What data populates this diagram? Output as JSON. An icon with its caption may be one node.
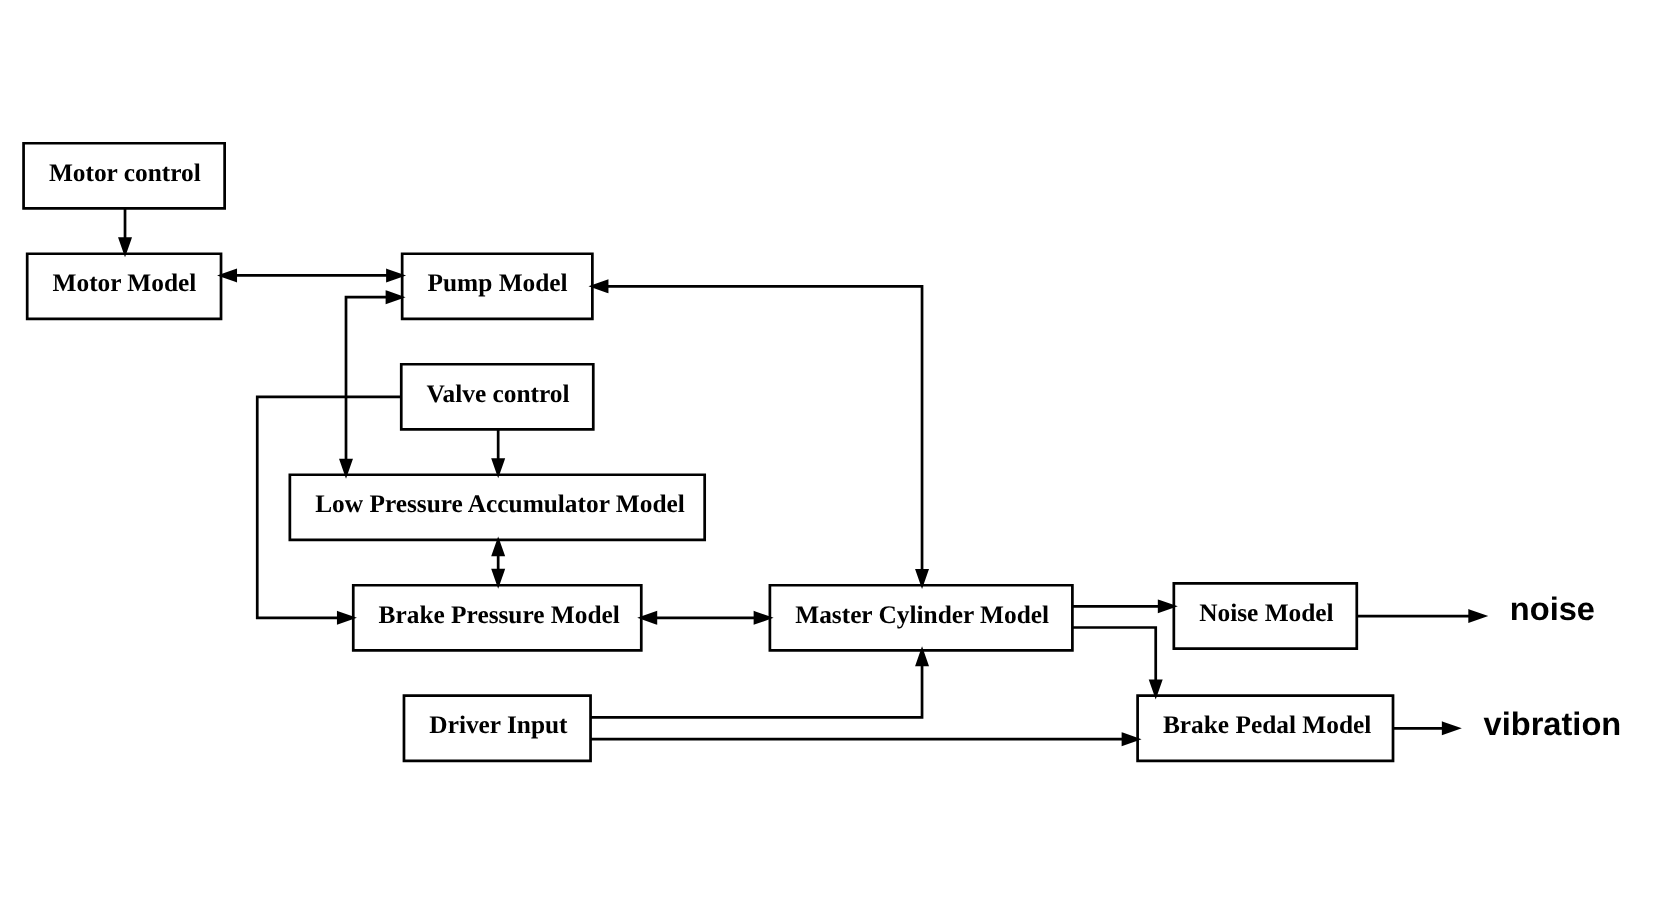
{
  "diagram": {
    "nodes": [
      {
        "text": [
          "Motor control"
        ]
      },
      {
        "text": [
          "Motor Model"
        ]
      },
      {
        "text": [
          "Pump Model"
        ]
      },
      {
        "text": [
          "Driver Input"
        ]
      },
      {
        "text": [
          "Master Cylinder Model"
        ]
      },
      {
        "text": [
          "Noise Model"
        ]
      },
      {
        "text": [
          "noise"
        ]
      },
      {
        "text": [
          "Valve control"
        ]
      },
      {
        "text": [
          "Low Pressure Accumulator Model"
        ]
      },
      {
        "text": [
          "Brake Pedal Model"
        ]
      },
      {
        "text": [
          "vibration"
        ]
      },
      {
        "text": [
          "Brake Pressure Model"
        ]
      }
    ],
    "edges": [
      {
        "from": 0,
        "to": 1,
        "arrow": "to"
      },
      {
        "from": 1,
        "to": 2,
        "arrow": "both"
      },
      {
        "from": 2,
        "to": 4,
        "arrow": "both"
      },
      {
        "from": 3,
        "to": 4,
        "arrow": "to"
      },
      {
        "from": 3,
        "to": 9,
        "arrow": "to"
      },
      {
        "from": 4,
        "to": 5,
        "arrow": "to"
      },
      {
        "from": 5,
        "to": 6,
        "arrow": "to"
      },
      {
        "from": 2,
        "to": 8,
        "arrow": "both"
      },
      {
        "from": 7,
        "to": 8,
        "arrow": "to"
      },
      {
        "from": 7,
        "to": 11,
        "arrow": "to"
      },
      {
        "from": 8,
        "to": 11,
        "arrow": "both"
      },
      {
        "from": 11,
        "to": 4,
        "arrow": "both"
      },
      {
        "from": 4,
        "to": 9,
        "arrow": "to"
      },
      {
        "from": 9,
        "to": 10,
        "arrow": "to"
      }
    ]
  }
}
